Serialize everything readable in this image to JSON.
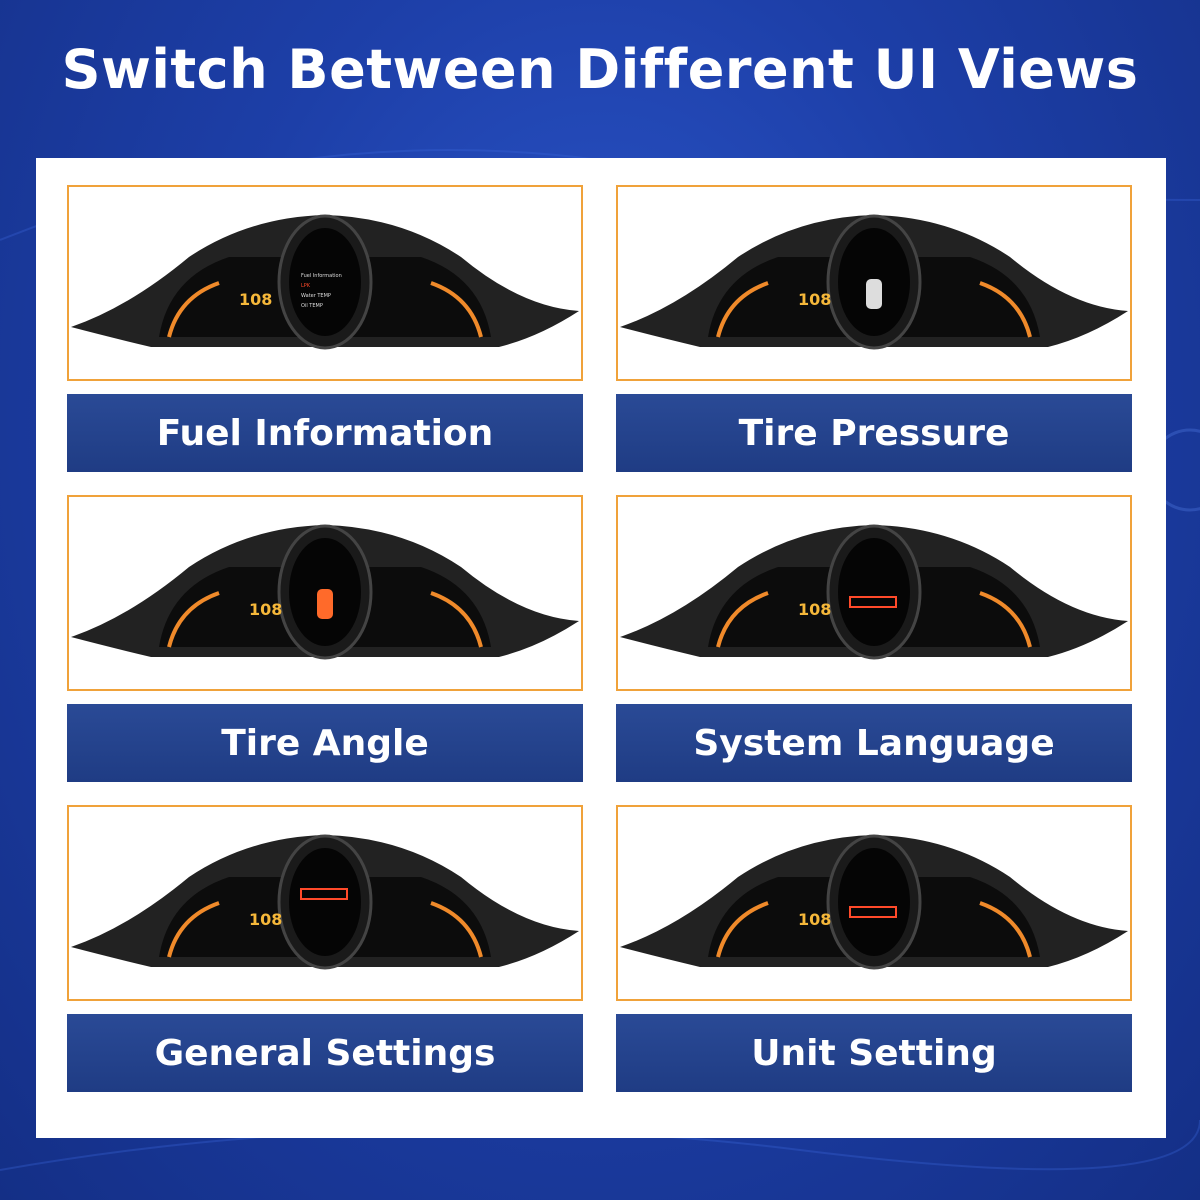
{
  "headline": "Switch Between Different UI Views",
  "colors": {
    "accent_orange": "#f0a23a",
    "label_blue": "#1f3c84",
    "background_blue": "#1d3fa8"
  },
  "cards": [
    {
      "label": "Fuel Information"
    },
    {
      "label": "Tire Pressure"
    },
    {
      "label": "Tire Angle"
    },
    {
      "label": "System Language"
    },
    {
      "label": "General Settings"
    },
    {
      "label": "Unit Setting"
    }
  ]
}
